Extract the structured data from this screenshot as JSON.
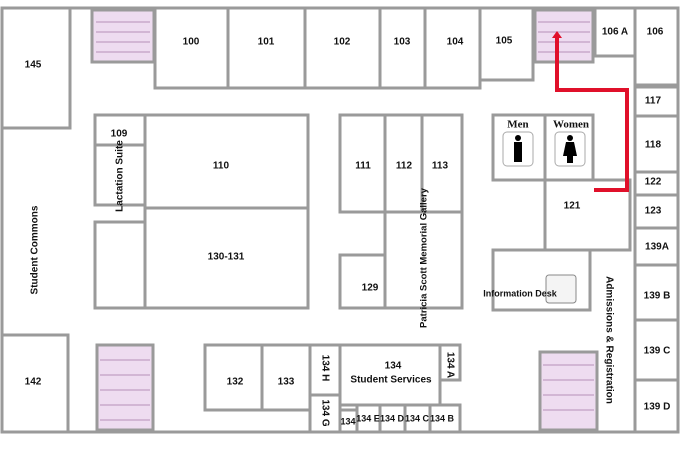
{
  "rooms": {
    "r145": "145",
    "r100": "100",
    "r101": "101",
    "r102": "102",
    "r103": "103",
    "r104": "104",
    "r105": "105",
    "r106a": "106 A",
    "r106": "106",
    "r117": "117",
    "r118": "118",
    "r122": "122",
    "r123": "123",
    "r139a": "139A",
    "r139b": "139 B",
    "r139c": "139 C",
    "r139d": "139 D",
    "r109": "109",
    "lactation": "Lactation Suite",
    "r110": "110",
    "r130": "130-131",
    "r111": "111",
    "r112": "112",
    "r113": "113",
    "gallery": "Patricia Scott Memorial Gallery",
    "r129": "129",
    "men": "Men",
    "women": "Women",
    "r121": "121",
    "info": "Information Desk",
    "commons": "Student Commons",
    "admissions": "Admissions & Registration",
    "r142": "142",
    "r132": "132",
    "r133": "133",
    "r134": "134",
    "services": "Student Services",
    "r134a": "134 A",
    "r134h": "134 H",
    "r134g": "134 G",
    "r134s": "134",
    "r134e": "134 E",
    "r134d": "134 D",
    "r134c": "134 C",
    "r134b": "134 B"
  },
  "colors": {
    "route": "#e0102a",
    "stairs": "#eedcf0",
    "walls": "#9a9a9a"
  }
}
